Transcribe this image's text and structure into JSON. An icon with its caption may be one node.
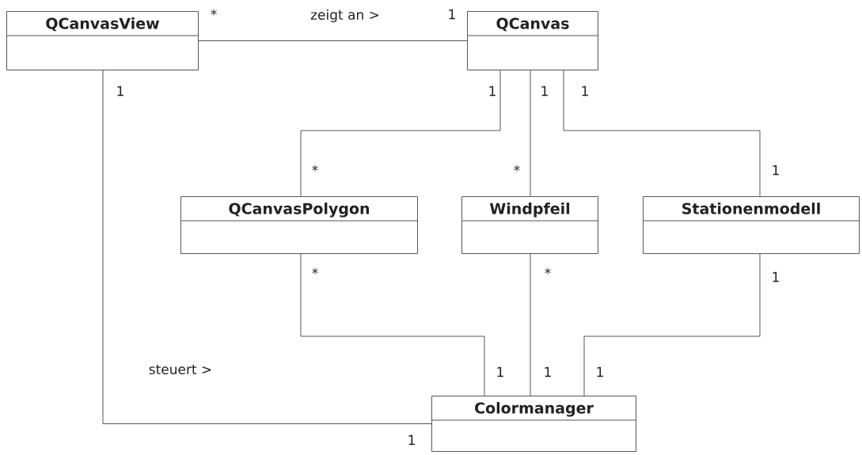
{
  "diagram": {
    "nodes": [
      {
        "text": [
          "QCanvasView"
        ]
      },
      {
        "text": [
          "QCanvas"
        ]
      },
      {
        "text": [
          "QCanvasPolygon"
        ]
      },
      {
        "text": [
          "Windpfeil"
        ]
      },
      {
        "text": [
          "Stationenmodell"
        ]
      },
      {
        "text": [
          "Colormanager"
        ]
      }
    ],
    "edges": [
      {
        "from": 0,
        "to": 1,
        "arrow": "none",
        "label": "zeigt an >"
      },
      {
        "from": 1,
        "to": 2,
        "arrow": "none"
      },
      {
        "from": 1,
        "to": 3,
        "arrow": "none"
      },
      {
        "from": 1,
        "to": 4,
        "arrow": "none"
      },
      {
        "from": 2,
        "to": 5,
        "arrow": "none"
      },
      {
        "from": 3,
        "to": 5,
        "arrow": "none"
      },
      {
        "from": 4,
        "to": 5,
        "arrow": "none"
      },
      {
        "from": 0,
        "to": 5,
        "arrow": "none",
        "label": "steuert >"
      }
    ],
    "labels": [
      "*",
      "1",
      "1",
      "1",
      "1",
      "1",
      "*",
      "*",
      "1",
      "*",
      "*",
      "1",
      "1",
      "1",
      "1",
      "1"
    ]
  }
}
